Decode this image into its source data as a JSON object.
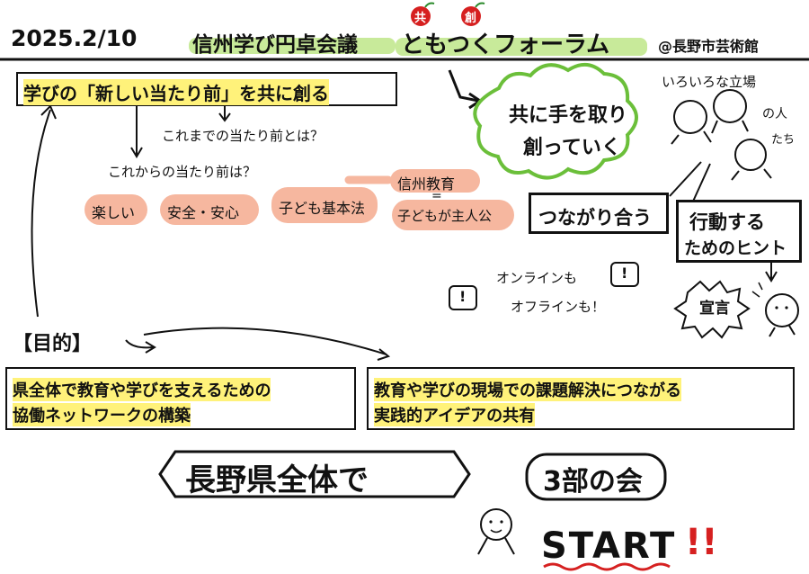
{
  "header": {
    "date": "2025.2/10",
    "conference": "信州学び円卓会議",
    "forum_title": "ともつくフォーラム",
    "kanji_tomo": "共",
    "kanji_tsuku": "創",
    "venue": "@長野市芸術館"
  },
  "top_box": {
    "text": "学びの「新しい当たり前」を共に創る"
  },
  "notes": {
    "until_now": "これまでの当たり前とは？",
    "from_now": "これからの当たり前は？"
  },
  "tags": [
    "楽しい",
    "安全・安心",
    "子ども基本法",
    "子どもが主人公"
  ],
  "shinshu": {
    "title": "信州教育",
    "equals": "="
  },
  "cloud": {
    "line1": "共に手を取り",
    "line2": "創っていく"
  },
  "people": {
    "line1": "いろいろな立場",
    "line2": "の人",
    "line3": "たち"
  },
  "connect_box": {
    "text": "つながり合う"
  },
  "hint_box": {
    "line1": "行動する",
    "line2": "ためのヒント"
  },
  "online": {
    "line1": "オンラインも",
    "line2": "オフラインも！",
    "mark": "!"
  },
  "declaration": {
    "text": "宣言"
  },
  "purpose": {
    "label": "【目的】",
    "box1_line1": "県全体で教育や学びを支えるための",
    "box1_line2": "協働ネットワークの構築",
    "box2_line1": "教育や学びの現場での課題解決につながる",
    "box2_line2": "実践的アイデアの共有"
  },
  "bottom": {
    "banner": "長野県全体で",
    "three_parts": "3部の会",
    "start": "START",
    "exclaim": "!!"
  },
  "colors": {
    "highlight": "#fff27a",
    "tag_fill": "#f6b79f",
    "cloud": "#6bbf3a",
    "red": "#d62020",
    "header_bar": "#c8ea9a"
  }
}
